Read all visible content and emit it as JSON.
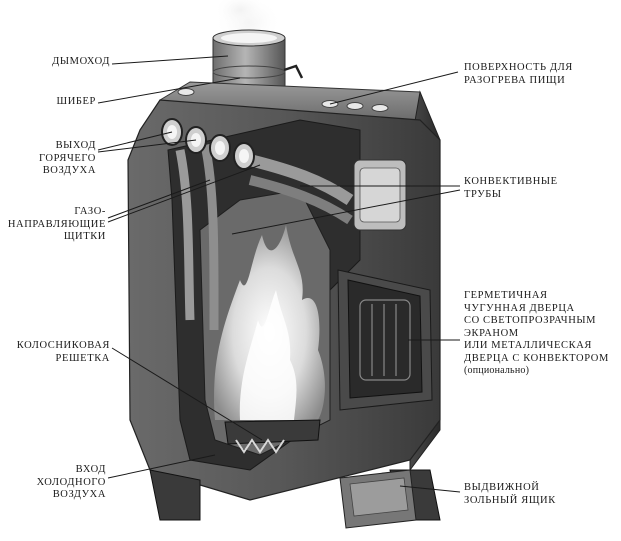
{
  "labels": {
    "chimney": "ДЫМОХОД",
    "damper": "ШИБЕР",
    "hot_air_outlet": "ВЫХОД\nГОРЯЧЕГО\nВОЗДУХА",
    "gas_shields": "ГАЗО-\nНАПРАВЛЯЮЩИЕ\nЩИТКИ",
    "grate": "КОЛОСНИКОВАЯ\nРЕШЕТКА",
    "cold_air_inlet": "ВХОД\nХОЛОДНОГО\nВОЗДУХА",
    "cooking_surface": "ПОВЕРХНОСТЬ ДЛЯ\nРАЗОГРЕВА ПИЩИ",
    "convection_pipes": "КОНВЕКТИВНЫЕ\nТРУБЫ",
    "door": "ГЕРМЕТИЧНАЯ\nЧУГУННАЯ ДВЕРЦА\nСО СВЕТОПРОЗРАЧНЫМ\nЭКРАНОМ\nИЛИ МЕТАЛЛИЧЕСКАЯ\nДВЕРЦА С КОНВЕКТОРОМ",
    "door_note": "(опционально)",
    "ash_box": "ВЫДВИЖНОЙ\nЗОЛЬНЫЙ ЯЩИК"
  },
  "colors": {
    "body": "#5c5c5c",
    "body_dark": "#2e2e2e",
    "body_light": "#8a8a8a",
    "inner": "#d8d8d8",
    "flame": "#f4f4f4",
    "text": "#1a1a1a",
    "leader": "#1a1a1a"
  },
  "icons": [
    "stove-illustration",
    "flame-graphic",
    "smoke-graphic"
  ]
}
